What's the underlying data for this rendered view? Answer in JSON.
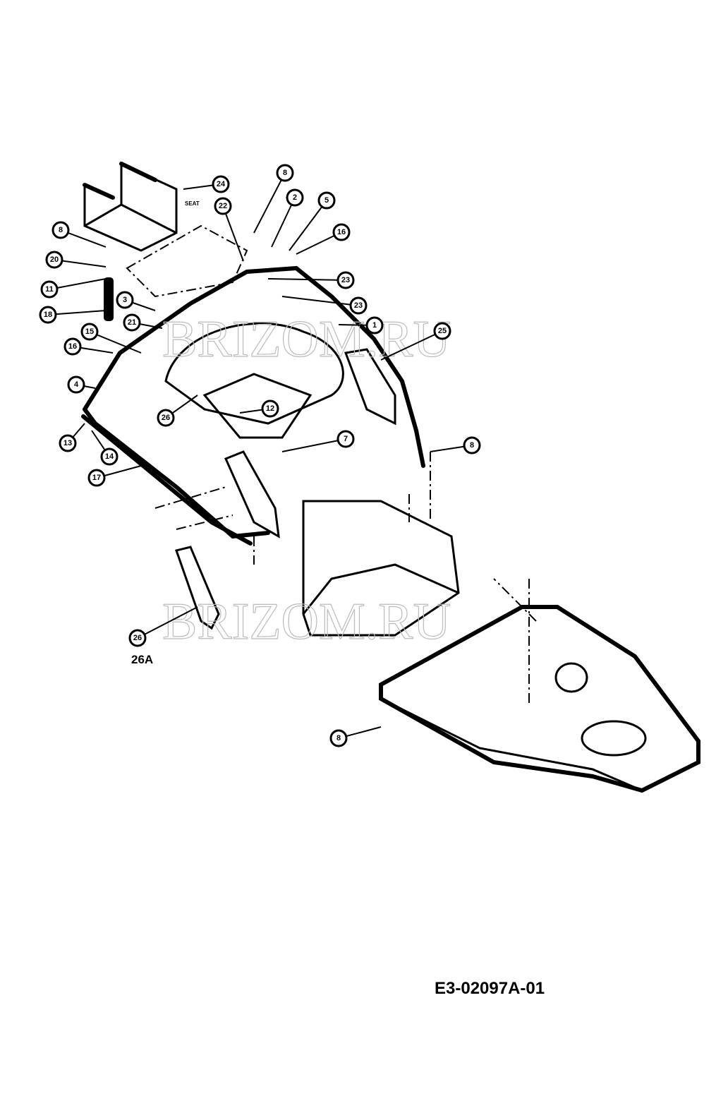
{
  "diagram": {
    "drawing_code": "E3-02097A-01",
    "watermark": "BRIZOM.RU",
    "seat_label": "SEAT",
    "sub_label": "26A",
    "callouts": [
      "24",
      "22",
      "8",
      "2",
      "5",
      "16",
      "23",
      "23",
      "1",
      "25",
      "8",
      "20",
      "11",
      "18",
      "3",
      "21",
      "15",
      "16",
      "4",
      "13",
      "14",
      "17",
      "26",
      "12",
      "7",
      "8",
      "26",
      "8"
    ]
  }
}
